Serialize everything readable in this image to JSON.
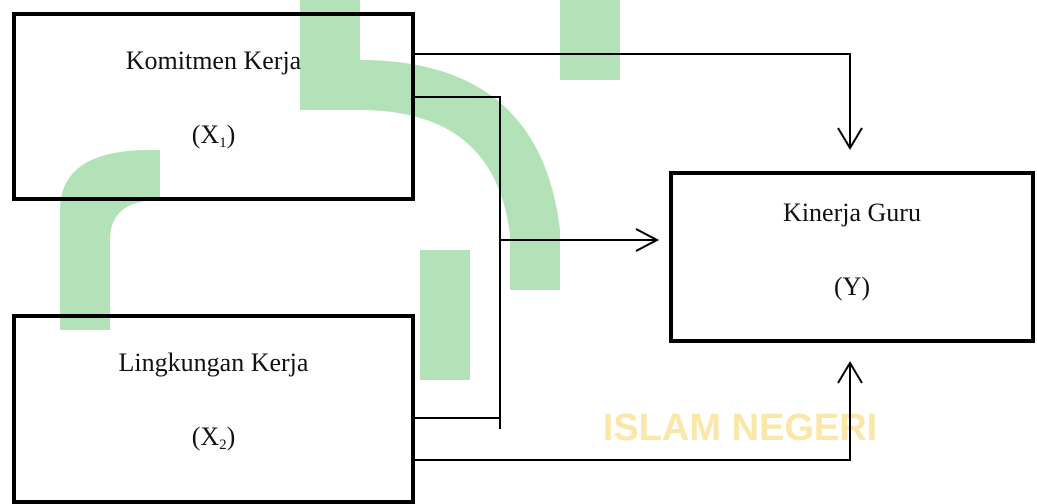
{
  "colors": {
    "stroke": "#000000",
    "text": "#111111",
    "watermark_green": "#b3e2b8",
    "watermark_yellow": "#fbe7a8"
  },
  "watermark": {
    "text": "ISLAM NEGERI"
  },
  "boxes": {
    "x1": {
      "title": "Komitmen Kerja",
      "var": "X",
      "sub": "1"
    },
    "x2": {
      "title": "Lingkungan Kerja",
      "var": "X",
      "sub": "2"
    },
    "y": {
      "title": "Kinerja Guru",
      "label": "(Y)"
    }
  },
  "edges": [
    {
      "from": "x1",
      "to": "y"
    },
    {
      "from": "x1+x2",
      "to": "y"
    },
    {
      "from": "x2",
      "to": "y"
    }
  ]
}
